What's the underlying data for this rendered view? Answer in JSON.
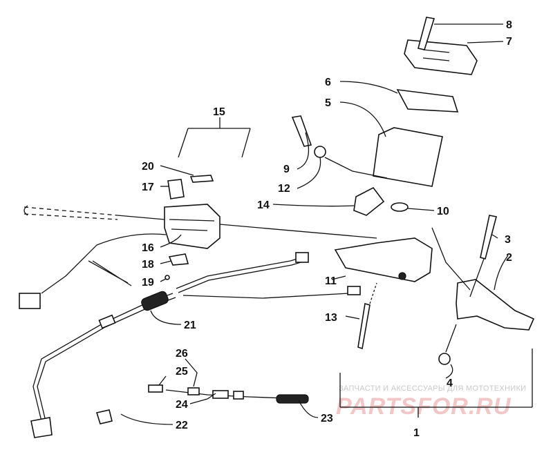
{
  "callouts": [
    "1",
    "2",
    "3",
    "4",
    "5",
    "6",
    "7",
    "8",
    "9",
    "10",
    "11",
    "12",
    "13",
    "14",
    "15",
    "16",
    "17",
    "18",
    "19",
    "20",
    "21",
    "22",
    "23",
    "24",
    "25",
    "26"
  ],
  "watermark": {
    "tagline": "ЗАПЧАСТИ И АКСЕССУАРЫ ДЛЯ МОТОТЕХНИКИ",
    "brand": "PARTSFOR.RU"
  }
}
